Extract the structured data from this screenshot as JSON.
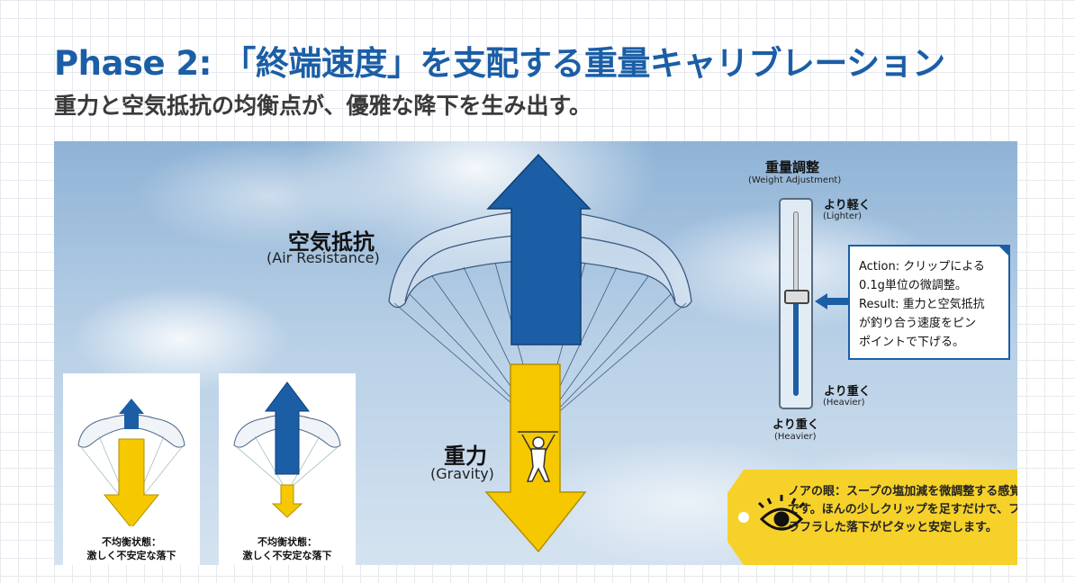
{
  "title": "Phase 2: 「終端速度」を支配する重量キャリブレーション",
  "subtitle": "重力と空気抵抗の均衡点が、優雅な降下を生み出す。",
  "main_diagram": {
    "air_resistance_label": "空気抵抗",
    "air_resistance_en": "(Air Resistance)",
    "gravity_label": "重力",
    "gravity_en": "(Gravity)"
  },
  "panels": [
    {
      "caption_line1": "不均衡状態：",
      "caption_line2": "激しく不安定な落下"
    },
    {
      "caption_line1": "不均衡状態：",
      "caption_line2": "激しく不安定な落下"
    }
  ],
  "slider": {
    "title": "重量調整",
    "title_en": "(Weight Adjustment)",
    "top_label": "より軽く",
    "top_label_en": "(Lighter)",
    "bottom_label": "より重く",
    "bottom_label_en": "(Heavier)",
    "below_label": "より重く",
    "below_label_en": "(Heavier)",
    "position_fraction_from_top": 0.45
  },
  "callout": {
    "line1": "Action: クリップによる",
    "line2": "0.1g単位の微調整。",
    "line3": "Result: 重力と空気抵抗",
    "line4": "が釣り合う速度をピン",
    "line5": "ポイントで下げる。"
  },
  "tag": {
    "icon": "eye-icon",
    "text": "ノアの眼：スープの塩加減を微調整する感覚です。ほんの少しクリップを足すだけで、フラフラした落下がピタッと安定します。"
  },
  "colors": {
    "blue": "#1b5ea6",
    "yellow": "#f5c800",
    "title": "#1b5ea6"
  }
}
